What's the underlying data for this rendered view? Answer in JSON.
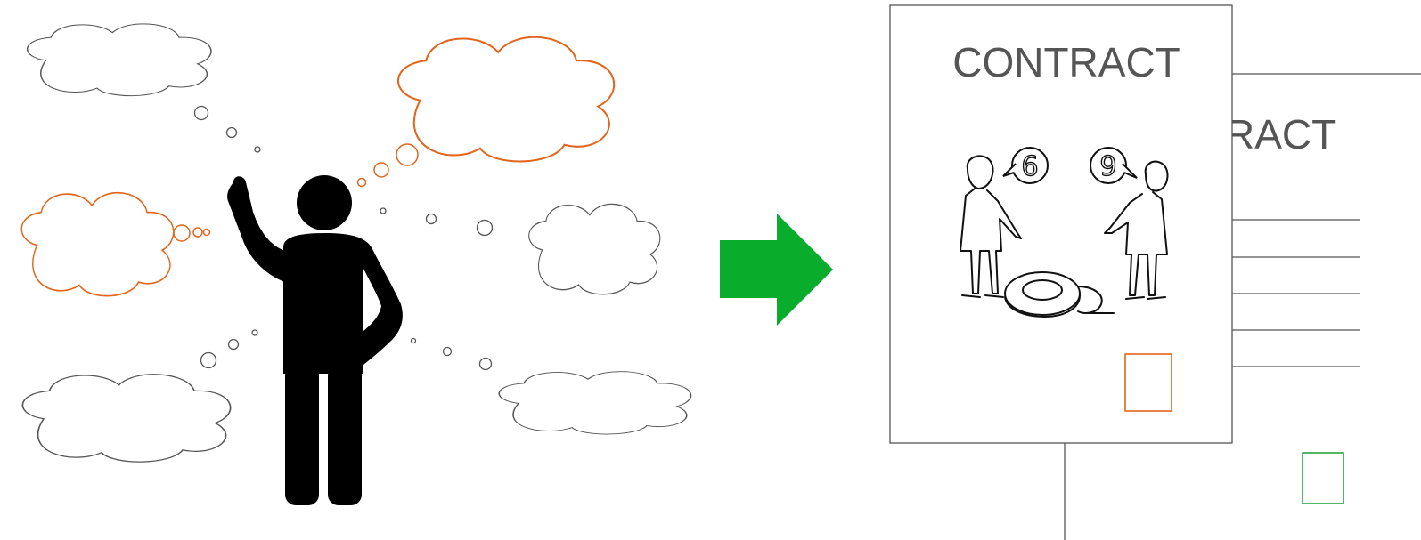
{
  "contract_front": {
    "title": "CONTRACT"
  },
  "contract_back": {
    "title": "RACT"
  },
  "speech_left": "6",
  "speech_right": "9",
  "colors": {
    "accent_orange": "#e2661d",
    "arrow_green": "#0aac2c",
    "checkbox_green": "#1a9e35",
    "outline_grey": "#555555"
  },
  "icons": [
    "person-figure-icon",
    "thought-cloud-icon",
    "right-arrow-icon",
    "contract-document-icon",
    "checkbox-icon"
  ]
}
